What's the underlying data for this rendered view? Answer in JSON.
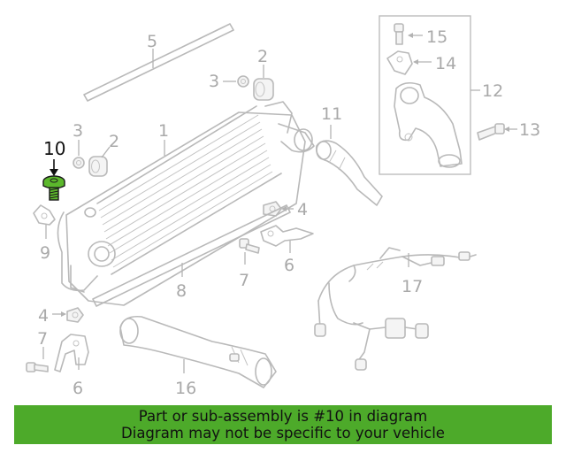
{
  "diagram": {
    "highlight_color": "#5cb82c",
    "line_color": "#b9b9b9",
    "callouts": {
      "p5": "5",
      "p2a": "2",
      "p3a": "3",
      "p3b": "3",
      "p2b": "2",
      "p1": "1",
      "p10": "10",
      "p11": "11",
      "p15": "15",
      "p14": "14",
      "p12": "12",
      "p13": "13",
      "p4a": "4",
      "p9": "9",
      "p6a": "6",
      "p7a": "7",
      "p8": "8",
      "p17": "17",
      "p4b": "4",
      "p7b": "7",
      "p6b": "6",
      "p16": "16"
    }
  },
  "banner": {
    "line1": "Part or sub-assembly is #10 in diagram",
    "line2": "Diagram may not be specific to your vehicle",
    "background": "#4daa2a"
  }
}
